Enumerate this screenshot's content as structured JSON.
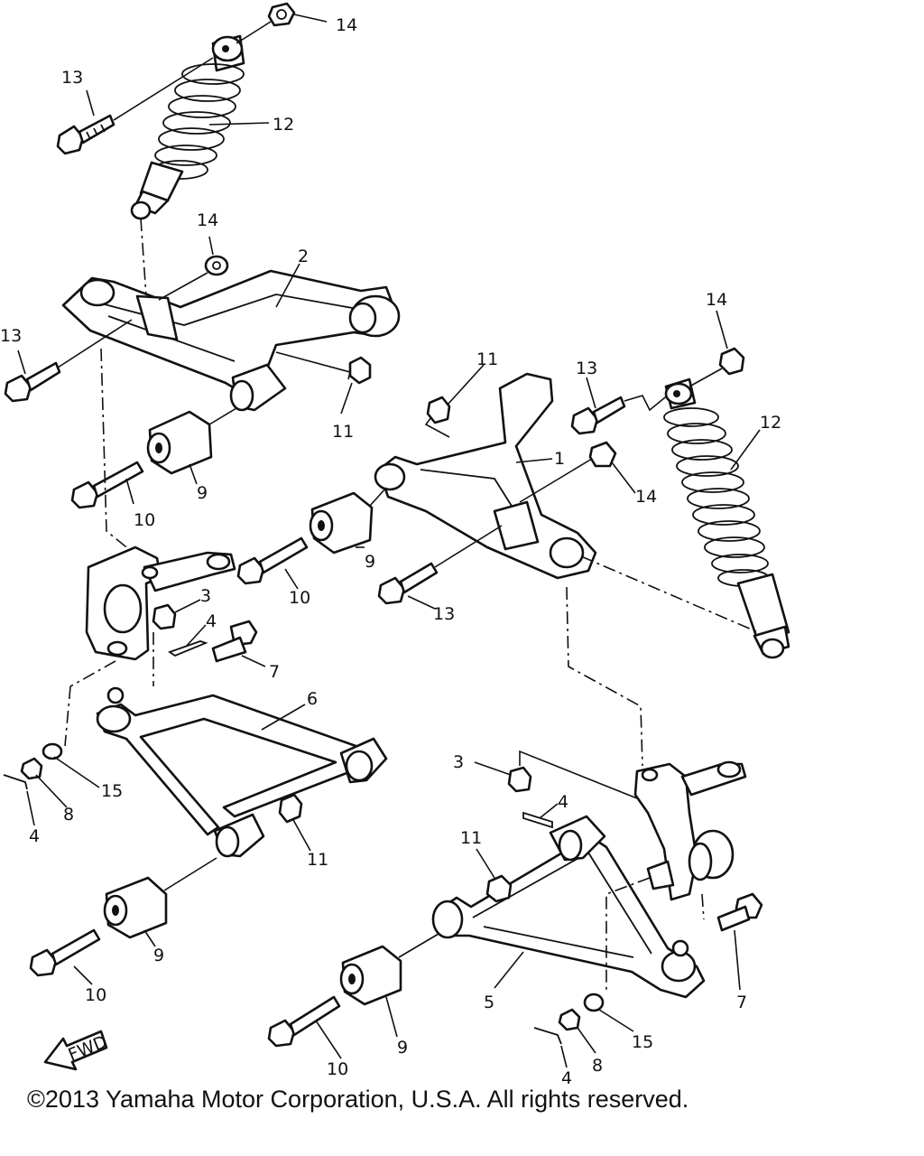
{
  "callouts": {
    "c14a": "14",
    "c13a": "13",
    "c12a": "12",
    "c14b": "14",
    "c2": "2",
    "c13b": "13",
    "c11a": "11",
    "c9a": "9",
    "c10a": "10",
    "c11b": "11",
    "c13c": "13",
    "c14c": "14",
    "c12b": "12",
    "c1": "1",
    "c14d": "14",
    "c9b": "9",
    "c10b": "10",
    "c13d": "13",
    "c3a": "3",
    "c4a": "4",
    "c7a": "7",
    "c6": "6",
    "c15a": "15",
    "c8a": "8",
    "c4b": "4",
    "c11c": "11",
    "c9c": "9",
    "c10c": "10",
    "c3b": "3",
    "c4c": "4",
    "c11d": "11",
    "c7b": "7",
    "c5": "5",
    "c15b": "15",
    "c8b": "8",
    "c4d": "4",
    "c9d": "9",
    "c10d": "10"
  },
  "fwd_label": "FWD",
  "copyright": "©2013 Yamaha Motor Corporation, U.S.A. All rights reserved."
}
